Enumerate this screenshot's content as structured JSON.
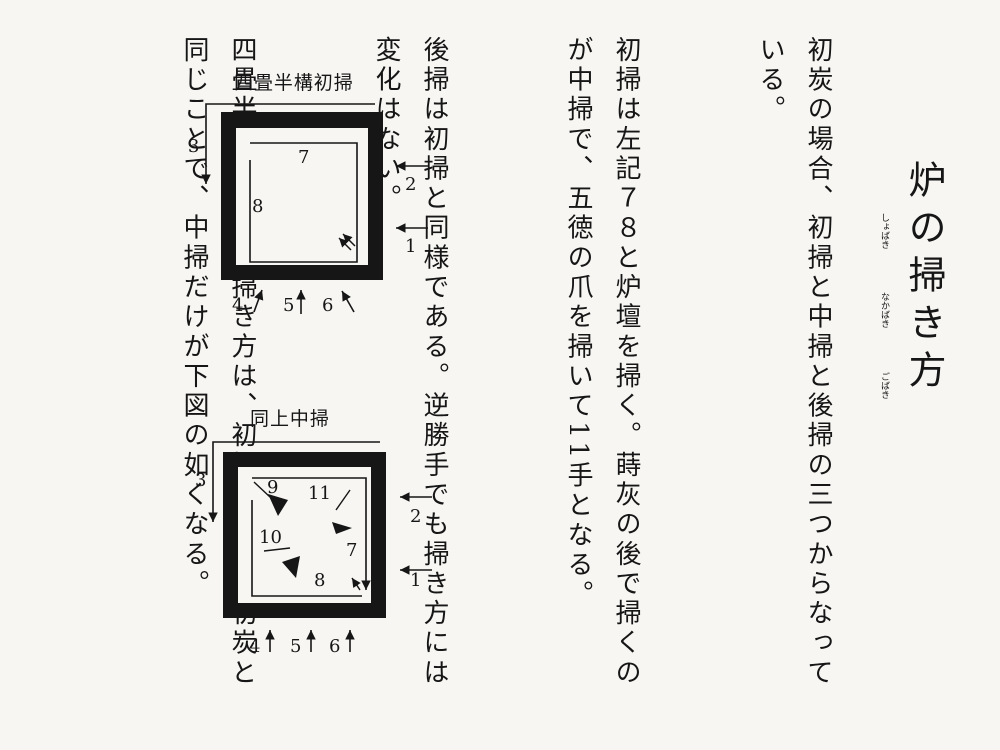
{
  "title": "炉の掃き方",
  "ruby": {
    "shobaki": "しょばき",
    "nakabaki": "なかばき",
    "gobaki": "ごばき"
  },
  "paragraphs": [
    "初炭の場合、初掃と中掃と後掃の三つからなっている。",
    "初掃は左記７８と炉壇を掃く。蒔灰の後で掃くのが中掃で、五徳の爪を掃いて11手となる。",
    "後掃は初掃と同様である。逆勝手でも掃き方には変化はない。",
    "四畳半構の後炭の掃き方は、初掃と後掃は初炭と同じことで、中掃だけが下図の如くなる。"
  ],
  "diagrams": [
    {
      "title": "四畳半構初掃",
      "labels": [
        "1",
        "2",
        "3",
        "4",
        "5",
        "6",
        "7",
        "8"
      ]
    },
    {
      "title": "同上中掃",
      "labels": [
        "1",
        "2",
        "3",
        "4",
        "5",
        "6",
        "7",
        "8",
        "9",
        "10",
        "11"
      ]
    }
  ]
}
